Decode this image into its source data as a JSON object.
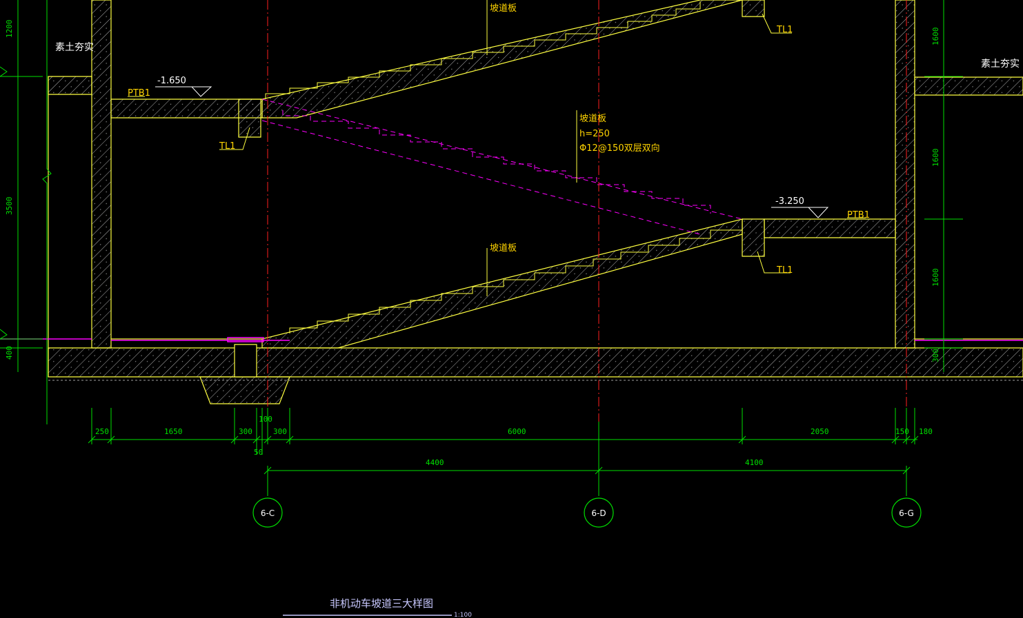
{
  "colors": {
    "background": "#000000",
    "structure": "#ffff40",
    "hatch": "#b8b8b8",
    "dimension": "#00e000",
    "axis_line": "#ff2020",
    "hidden_line": "#ff00ff",
    "label": "#ffd400",
    "text": "#ffffff"
  },
  "labels": {
    "soil_left": "素土夯实",
    "soil_right": "素土夯实",
    "elev_upper": "-1.650",
    "elev_lower": "-3.250",
    "ptb1_left": "PTB1",
    "ptb1_right": "PTB1",
    "tl1_top": "TL1",
    "tl1_left": "TL1",
    "tl1_right": "TL1",
    "ramp_top": "坡道板",
    "ramp_bottom": "坡道板",
    "ramp_mid": "坡道板",
    "ramp_h": "h=250",
    "ramp_rebar": "Φ12@150双层双向"
  },
  "dims_horizontal": [
    "250",
    "1650",
    "300",
    "100",
    "300",
    "6000",
    "2050",
    "150",
    "180"
  ],
  "dim_50": "50",
  "dims_axes": [
    "4400",
    "4100"
  ],
  "dims_left_vertical": [
    "1200",
    "3500",
    "400"
  ],
  "dims_right_vertical": [
    "1600",
    "1600",
    "1600",
    "300"
  ],
  "axes": [
    "6-C",
    "6-D",
    "6-G"
  ],
  "title": "非机动车坡道三大样图",
  "scale": "1:100"
}
